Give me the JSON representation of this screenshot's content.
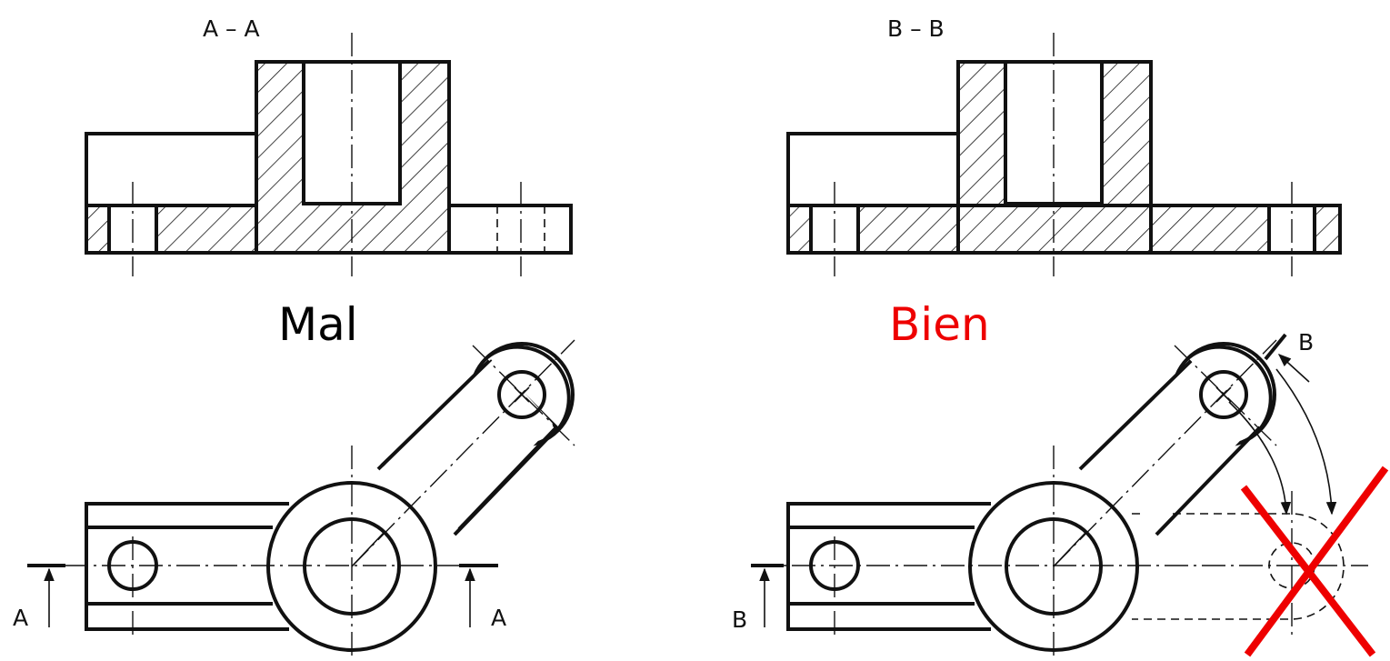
{
  "left_view": {
    "section_label": "A – A",
    "cut_letter_left": "A",
    "cut_letter_right": "A",
    "verdict": "Mal",
    "verdict_color": "#000000"
  },
  "right_view": {
    "section_label": "B – B",
    "cut_letter_start": "B",
    "cut_letter_end": "B",
    "verdict": "Bien",
    "verdict_color": "#ee0000"
  },
  "colors": {
    "line": "#111111",
    "cross_mark": "#ee0000"
  }
}
